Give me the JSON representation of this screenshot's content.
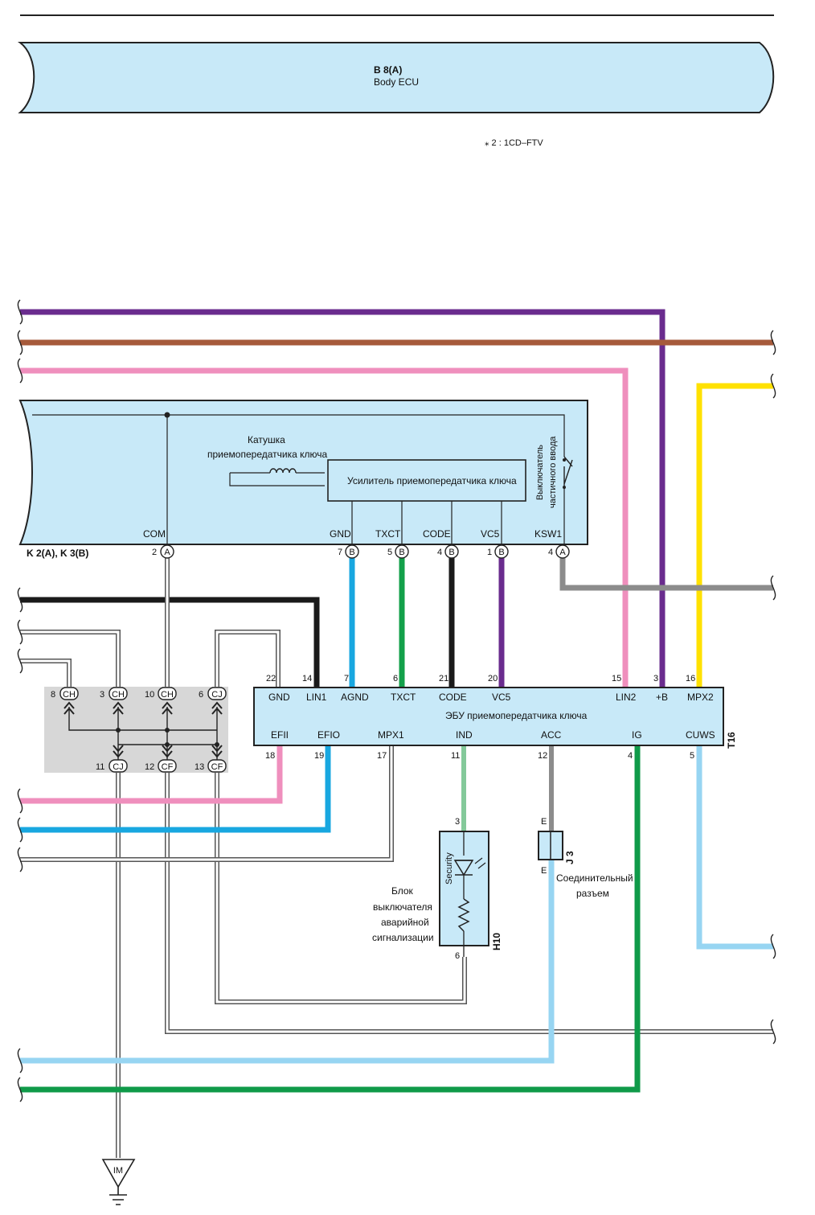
{
  "colors": {
    "ecu_fill": "#c8e9f8",
    "junction_fill": "#d7d7d7",
    "purple": "#6a2c8e",
    "brown": "#a65a3b",
    "pink": "#ef8fbd",
    "yellow": "#ffe100",
    "blue": "#18a7e0",
    "green": "#13a04a",
    "black": "#1a1a1a",
    "gray": "#8c8c8c",
    "light_blue": "#97d5f2",
    "light_green": "#84c99a",
    "dark_green": "#0f9a49"
  },
  "body_ecu": {
    "code": "B 8(A)",
    "name": "Body ECU"
  },
  "note": "⁎ 2 : 1CD–FTV",
  "key_unit": {
    "code": "K 2(A), K 3(B)",
    "coil_label_1": "Катушка",
    "coil_label_2": "приемопередатчика ключа",
    "amplifier_label": "Усилитель приемопередатчика ключа",
    "switch_label_1": "Выключатель",
    "switch_label_2": "частичного ввода",
    "terminals": [
      {
        "name": "COM",
        "pin": "2",
        "conn": "A"
      },
      {
        "name": "GND",
        "pin": "7",
        "conn": "B"
      },
      {
        "name": "TXCT",
        "pin": "5",
        "conn": "B"
      },
      {
        "name": "CODE",
        "pin": "4",
        "conn": "B"
      },
      {
        "name": "VC5",
        "pin": "1",
        "conn": "B"
      },
      {
        "name": "KSW1",
        "pin": "4",
        "conn": "A"
      }
    ]
  },
  "junction": {
    "top": [
      {
        "pin": "8",
        "code": "CH"
      },
      {
        "pin": "3",
        "code": "CH"
      },
      {
        "pin": "10",
        "code": "CH"
      },
      {
        "pin": "6",
        "code": "CJ"
      }
    ],
    "bottom": [
      {
        "pin": "11",
        "code": "CJ"
      },
      {
        "pin": "12",
        "code": "CF"
      },
      {
        "pin": "13",
        "code": "CF"
      }
    ]
  },
  "transponder_ecu": {
    "code": "T16",
    "name": "ЭБУ приемопередатчика ключа",
    "top_pins": [
      {
        "pin": "22",
        "name": "GND"
      },
      {
        "pin": "14",
        "name": "LIN1"
      },
      {
        "pin": "7",
        "name": "AGND"
      },
      {
        "pin": "6",
        "name": "TXCT"
      },
      {
        "pin": "21",
        "name": "CODE"
      },
      {
        "pin": "20",
        "name": "VC5"
      },
      {
        "pin": "15",
        "name": "LIN2"
      },
      {
        "pin": "3",
        "name": "+B"
      },
      {
        "pin": "16",
        "name": "MPX2"
      }
    ],
    "bottom_pins": [
      {
        "pin": "18",
        "name": "EFII"
      },
      {
        "pin": "19",
        "name": "EFIO"
      },
      {
        "pin": "17",
        "name": "MPX1"
      },
      {
        "pin": "11",
        "name": "IND"
      },
      {
        "pin": "12",
        "name": "ACC"
      },
      {
        "pin": "4",
        "name": "IG"
      },
      {
        "pin": "5",
        "name": "CUWS"
      }
    ]
  },
  "hazard_unit": {
    "code": "H10",
    "label_1": "Блок",
    "label_2": "выключателя",
    "label_3": "аварийной",
    "label_4": "сигнализации",
    "security": "Security",
    "pin_top": "3",
    "pin_bottom": "6"
  },
  "connector_j3": {
    "code": "J 3",
    "label_1": "Соединительный",
    "label_2": "разъем",
    "pin_top": "E",
    "pin_bottom": "E"
  },
  "ground": {
    "code": "IM"
  }
}
